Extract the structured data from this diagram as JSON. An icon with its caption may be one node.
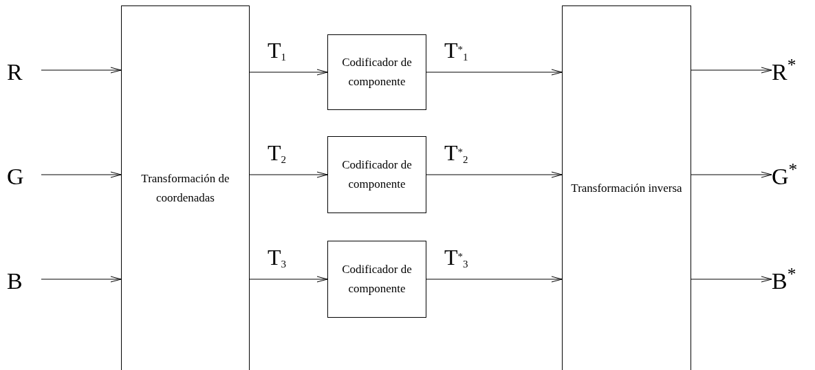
{
  "diagram": {
    "nodes": [
      {
        "text": [
          "R"
        ]
      },
      {
        "text": [
          "G"
        ]
      },
      {
        "text": [
          "B"
        ]
      },
      {
        "text": [
          "Transformación de coordenadas"
        ]
      },
      {
        "text": [
          "Codificador de componente"
        ]
      },
      {
        "text": [
          "Codificador de componente"
        ]
      },
      {
        "text": [
          "Codificador de componente"
        ]
      },
      {
        "text": [
          "Transformación inversa"
        ]
      },
      {
        "text": [
          "R$^{*}$"
        ]
      },
      {
        "text": [
          "G$^{*}$"
        ]
      },
      {
        "text": [
          "B$^{*}$"
        ]
      }
    ],
    "edges": [
      {
        "from": 0,
        "to": 3,
        "arrow": "to"
      },
      {
        "from": 1,
        "to": 3,
        "arrow": "to"
      },
      {
        "from": 2,
        "to": 3,
        "arrow": "to"
      },
      {
        "from": 3,
        "to": 4,
        "arrow": "to",
        "label": "T$_{1}$"
      },
      {
        "from": 3,
        "to": 5,
        "arrow": "to",
        "label": "T$_{2}$"
      },
      {
        "from": 3,
        "to": 6,
        "arrow": "to",
        "label": "T$_{3}$"
      },
      {
        "from": 4,
        "to": 7,
        "arrow": "to",
        "label": "T$^{*}$$_{1}$"
      },
      {
        "from": 5,
        "to": 7,
        "arrow": "to",
        "label": "T$^{*}$$_{2}$"
      },
      {
        "from": 6,
        "to": 7,
        "arrow": "to",
        "label": "T$^{*}$$_{3}$"
      },
      {
        "from": 7,
        "to": 8,
        "arrow": "to"
      },
      {
        "from": 7,
        "to": 9,
        "arrow": "to"
      },
      {
        "from": 7,
        "to": 10,
        "arrow": "to"
      }
    ]
  }
}
